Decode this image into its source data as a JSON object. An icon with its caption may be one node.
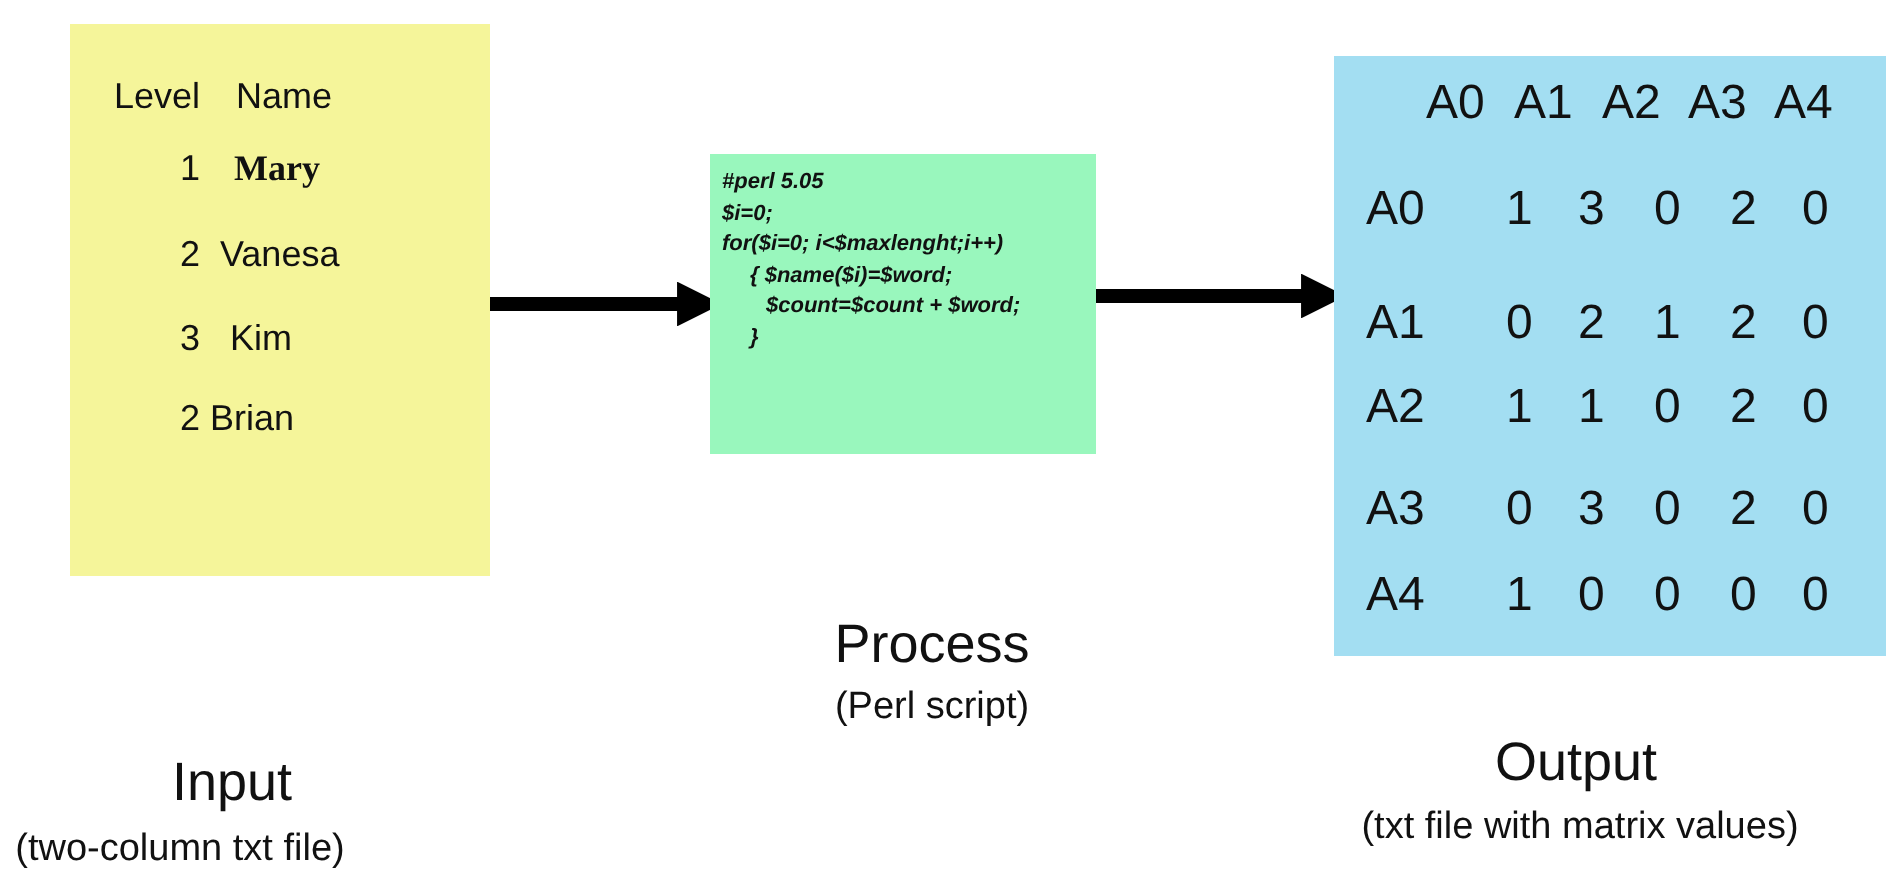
{
  "diagram": {
    "nodes": [
      {
        "text": [
          "Level",
          "Name",
          "1",
          "Mary",
          "2",
          "Vanesa",
          "3",
          "Kim",
          "2",
          "Brian"
        ],
        "beside": [
          "Input",
          "(two-column txt file)"
        ]
      },
      {
        "text": [
          "#perl 5.05",
          "$i=0;",
          "for($i=0; i<$maxlenght;i++)",
          "{ $name($i)=$word;",
          "$count=$count + $word;",
          "}"
        ],
        "beside": [
          "Process",
          "(Perl script)"
        ]
      },
      {
        "text": [
          "A0",
          "A1",
          "A2",
          "A3",
          "A4",
          "A0",
          "1",
          "3",
          "0",
          "2",
          "0",
          "A1",
          "0",
          "2",
          "1",
          "2",
          "0",
          "A2",
          "1",
          "1",
          "0",
          "2",
          "0",
          "A3",
          "0",
          "3",
          "0",
          "2",
          "0",
          "A4",
          "1",
          "0",
          "0",
          "0",
          "0"
        ],
        "beside": [
          "Output",
          "(txt file with matrix values)"
        ]
      }
    ],
    "edges": [
      {
        "from": 0,
        "to": 1,
        "arrow": "to"
      },
      {
        "from": 1,
        "to": 2,
        "arrow": "to"
      }
    ]
  }
}
